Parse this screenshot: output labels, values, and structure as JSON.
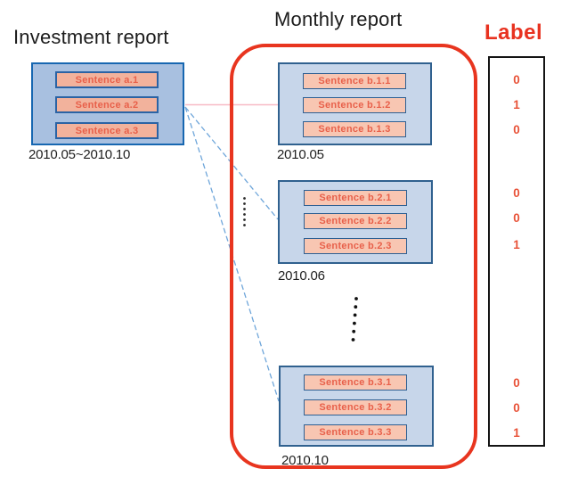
{
  "investment": {
    "title": "Investment report",
    "sentences": [
      "Sentence a.1",
      "Sentence a.2",
      "Sentence a.3"
    ],
    "date_range": "2010.05~2010.10"
  },
  "monthly": {
    "title": "Monthly report",
    "reports": [
      {
        "date": "2010.05",
        "sentences": [
          "Sentence b.1.1",
          "Sentence b.1.2",
          "Sentence b.1.3"
        ]
      },
      {
        "date": "2010.06",
        "sentences": [
          "Sentence b.2.1",
          "Sentence b.2.2",
          "Sentence b.2.3"
        ]
      },
      {
        "date": "2010.10",
        "sentences": [
          "Sentence b.3.1",
          "Sentence b.3.2",
          "Sentence b.3.3"
        ]
      }
    ],
    "ellipsis": "⋮"
  },
  "label_column": {
    "title": "Label",
    "groups": [
      [
        "0",
        "1",
        "0"
      ],
      [
        "0",
        "0",
        "1"
      ],
      [
        "0",
        "0",
        "1"
      ]
    ],
    "ellipsis": "⋮"
  },
  "connections": {
    "ellipsis": "⋮"
  },
  "colors": {
    "red_accent": "#e8351f",
    "label_title": "#e83220",
    "label_digit": "#e85238",
    "sentence_text": "#e8604a",
    "investment_box_fill": "#a8c0e0",
    "investment_box_border": "#1767b1",
    "monthly_box_fill": "#c7d6ea",
    "monthly_box_border": "#30618f",
    "sentence_fill_investment": "#f2b29c",
    "sentence_fill_monthly": "#f8c6b2",
    "pink_connector": "#f7bac6",
    "blue_connector": "#6fa6da"
  }
}
